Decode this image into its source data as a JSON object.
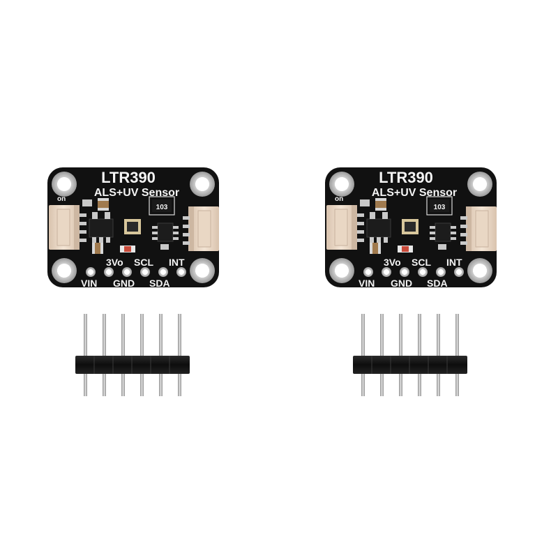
{
  "boards": [
    {
      "title": "LTR390",
      "subtitle": "ALS+UV Sensor",
      "pin_labels_top": [
        "3Vo",
        "SCL",
        "INT"
      ],
      "pin_labels_bottom": [
        "VIN",
        "GND",
        "SDA"
      ],
      "chip_marking": "103",
      "small_marking": "on"
    },
    {
      "title": "LTR390",
      "subtitle": "ALS+UV Sensor",
      "pin_labels_top": [
        "3Vo",
        "SCL",
        "INT"
      ],
      "pin_labels_bottom": [
        "VIN",
        "GND",
        "SDA"
      ],
      "chip_marking": "103",
      "small_marking": "on"
    }
  ],
  "header_pins_per_strip": 6,
  "colors": {
    "background": "#ffffff",
    "pcb": "#111111",
    "silkscreen": "#f4f4f4",
    "connector": "#ead8c6",
    "pad": "#c9c9c9",
    "pin": "#b8b8b8",
    "header_body": "#151515"
  }
}
